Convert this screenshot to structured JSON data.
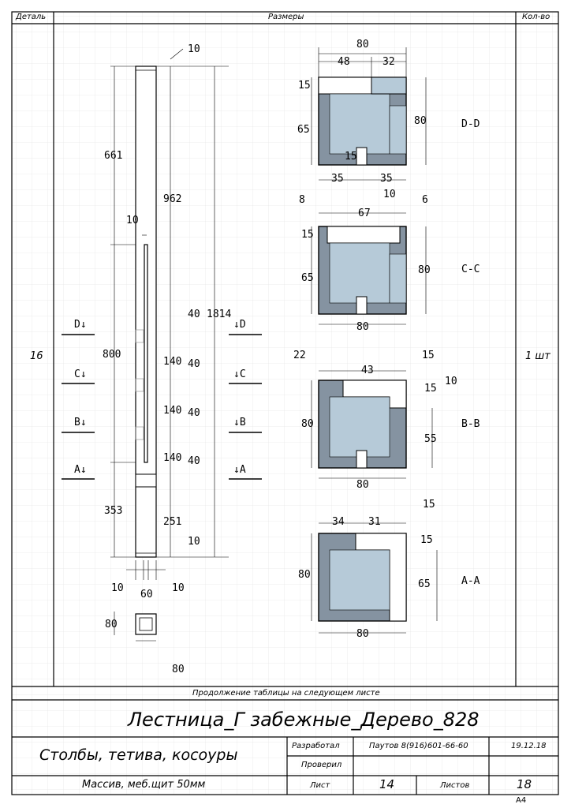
{
  "table_header": {
    "detail": "Деталь",
    "sizes": "Размеры",
    "quantity": "Кол-во"
  },
  "row": {
    "detail": "16",
    "quantity": "1 шт"
  },
  "post": {
    "top_gap": "10",
    "upper_len": "661",
    "slot_offset": "10",
    "slot_len": "962",
    "total_len": "1814",
    "mid_len": "800",
    "lower_len": "353",
    "bottom_len": "251",
    "bottom_gap": "10",
    "gap_40_a": "40",
    "gap_140_a": "140",
    "gap_40_b": "40",
    "gap_140_b": "140",
    "gap_40_c": "40",
    "gap_140_c": "140",
    "gap_40_d": "40",
    "width_left": "10",
    "width_mid": "60",
    "width_right": "10",
    "section_h": "80",
    "section_w": "80"
  },
  "cut_marks": {
    "left": [
      "D",
      "C",
      "B",
      "A"
    ],
    "right": [
      "D",
      "C",
      "B",
      "A"
    ]
  },
  "sections": {
    "dd": {
      "name": "D-D",
      "total_w": "80",
      "w1": "48",
      "w2": "32",
      "top": "15",
      "side": "65",
      "height": "80",
      "slot": "15",
      "b1": "35",
      "b2": "35",
      "b3": "10"
    },
    "cc": {
      "name": "C-C",
      "left": "8",
      "inner": "67",
      "right": "6",
      "top": "15",
      "side": "65",
      "height": "80",
      "bottom": "80"
    },
    "bb": {
      "name": "B-B",
      "left": "22",
      "inner": "43",
      "right": "15",
      "t1": "15",
      "t2": "10",
      "height": "80",
      "side": "55",
      "bottom": "80"
    },
    "aa": {
      "name": "A-A",
      "w1": "34",
      "w2": "31",
      "tr": "15",
      "t1": "15",
      "height": "80",
      "side": "65",
      "bottom": "80"
    }
  },
  "continue_note": "Продолжение таблицы на следующем листе",
  "title_block": {
    "project": "Лестница_Г забежные_Дерево_828",
    "name": "Столбы, тетива, косоуры",
    "material": "Массив, меб.щит 50мм",
    "developed_label": "Разработал",
    "developer": "Паутов 8(916)601-66-60",
    "date": "19.12.18",
    "checked_label": "Проверил",
    "sheet_label": "Лист",
    "sheet_num": "14",
    "sheets_label": "Листов",
    "sheets_total": "18",
    "format": "A4"
  }
}
